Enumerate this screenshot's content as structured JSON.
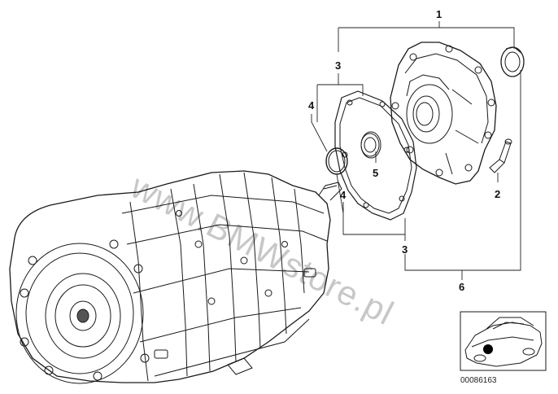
{
  "callouts": {
    "c1": "1",
    "c2": "2",
    "c3_top": "3",
    "c3_bottom": "3",
    "c4_top": "4",
    "c4_bottom": "4",
    "c5": "5",
    "c6": "6"
  },
  "watermark": "www.BMWstore.pl",
  "doc_id": "00086163"
}
